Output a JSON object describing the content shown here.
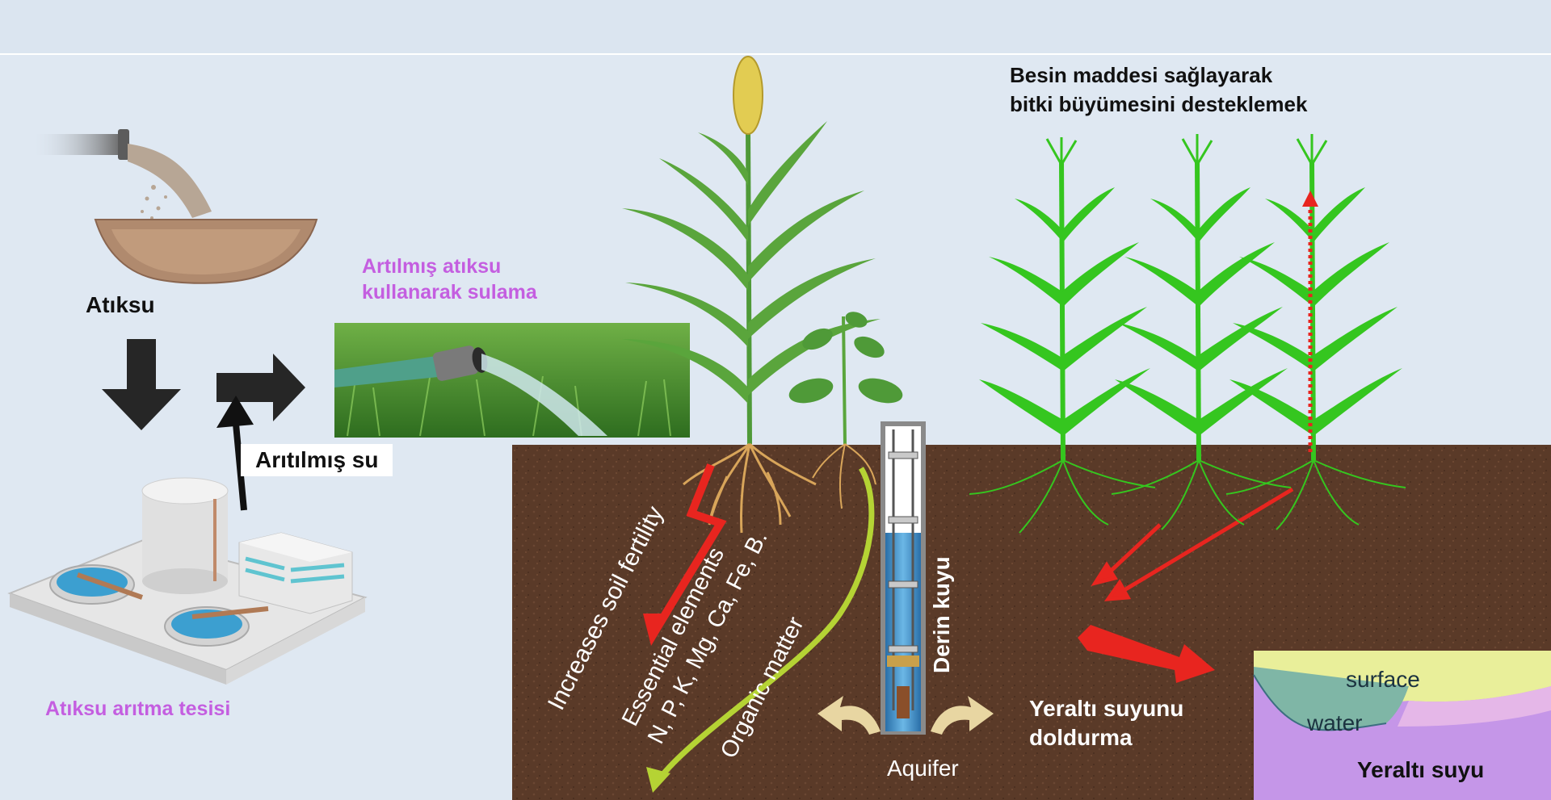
{
  "labels": {
    "wastewater": "Atıksu",
    "treatment_plant": "Atıksu arıtma tesisi",
    "treated_water": "Arıtılmış su",
    "irrigation": "Artılmış atıksu kullanarak sulama",
    "support_growth_line1": "Besin maddesi sağlayarak",
    "support_growth_line2": "bitki büyümesini desteklemek",
    "increases_fertility": "Increases soil fertility",
    "essential_elements_line1": "Essential elements",
    "essential_elements_line2": "N, P, K, Mg, Ca, Fe, B.",
    "organic_matter": "Organic matter",
    "deep_well": "Derin kuyu",
    "aquifer": "Aquifer",
    "recharge_line1": "Yeraltı suyunu",
    "recharge_line2": "doldurma",
    "surface_water_line1": "surface",
    "surface_water_line2": "water",
    "groundwater": "Yeraltı suyu"
  },
  "colors": {
    "background": "#dfe8f2",
    "soil": "#5a3a28",
    "label_purple": "#c45ee0",
    "arrow_red": "#e8251f",
    "arrow_lime": "#b5d334",
    "plant_green": "#33cc22",
    "leaf_green": "#5aa53c",
    "root": "#d8a55a"
  }
}
